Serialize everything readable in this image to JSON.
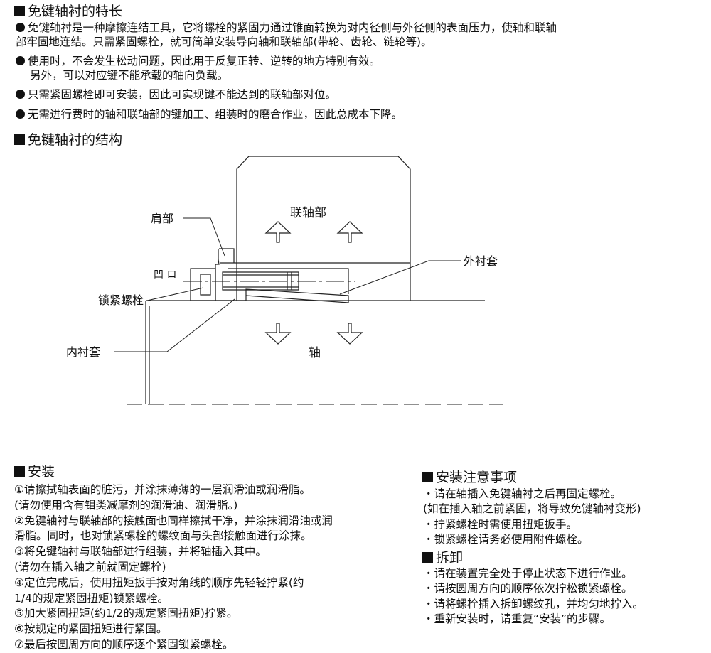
{
  "features": {
    "title": "免键轴衬的特长",
    "bullets": [
      [
        "免键轴衬是一种摩擦连结工具，它将螺栓的紧固力通过锥面转换为对内径侧与外径侧的表面压力，使轴和联轴",
        "部牢固地连结。只需紧固螺栓，就可简单安装导向轴和联轴部(带轮、齿轮、链轮等)。"
      ],
      [
        "使用时，不会发生松动问题，因此用于反复正转、逆转的地方特别有效。",
        "另外，可以对应键不能承载的轴向负载。"
      ],
      [
        "只需紧固螺栓即可安装，因此可实现键不能达到的联轴部对位。"
      ],
      [
        "无需进行费时的轴和联轴部的键加工、组装时的磨合作业，因此总成本下降。"
      ]
    ]
  },
  "structure": {
    "title": "免键轴衬的结构",
    "labels": {
      "coupling": "联轴部",
      "shoulder": "肩部",
      "outer_sleeve": "外衬套",
      "lock_bolt": "锁紧螺栓",
      "inner_sleeve": "内衬套",
      "shaft": "轴",
      "symbol": "凹 ロ"
    }
  },
  "installation": {
    "title": "安装",
    "lines": [
      "①请擦拭轴表面的脏污，并涂抹薄薄的一层润滑油或润滑脂。",
      "(请勿使用含有钼类减摩剂的润滑油、润滑脂。)",
      "②免键轴衬与联轴部的接触面也同样擦拭干净，并涂抹润滑油或润",
      "滑脂。同时，也对锁紧螺栓的螺纹面与头部接触面进行涂抹。",
      "③将免键轴衬与联轴部进行组装，并将轴插入其中。",
      "(请勿在插入轴之前就固定螺栓)",
      "④定位完成后，使用扭矩扳手按对角线的顺序先轻轻拧紧(约",
      "1/4的规定紧固扭矩)锁紧螺栓。",
      "⑤加大紧固扭矩(约1/2的规定紧固扭矩)拧紧。",
      "⑥按规定的紧固扭矩进行紧固。",
      "⑦最后按圆周方向的顺序逐个紧固锁紧螺栓。"
    ]
  },
  "precautions": {
    "title": "安装注意事项",
    "lines": [
      "・请在轴插入免键轴衬之后再固定螺栓。",
      " (如在插入轴之前紧固，将导致免键轴衬变形)",
      "・拧紧螺栓时需使用扭矩扳手。",
      "・锁紧螺栓请务必使用附件螺栓。"
    ]
  },
  "removal": {
    "title": "拆卸",
    "lines": [
      "・请在装置完全处于停止状态下进行作业。",
      "・请按圆周方向的顺序依次拧松锁紧螺栓。",
      "・请将螺栓插入拆卸螺纹孔，并均匀地拧入。",
      "・重新安装时，请重复“安装”的步骤。"
    ]
  }
}
